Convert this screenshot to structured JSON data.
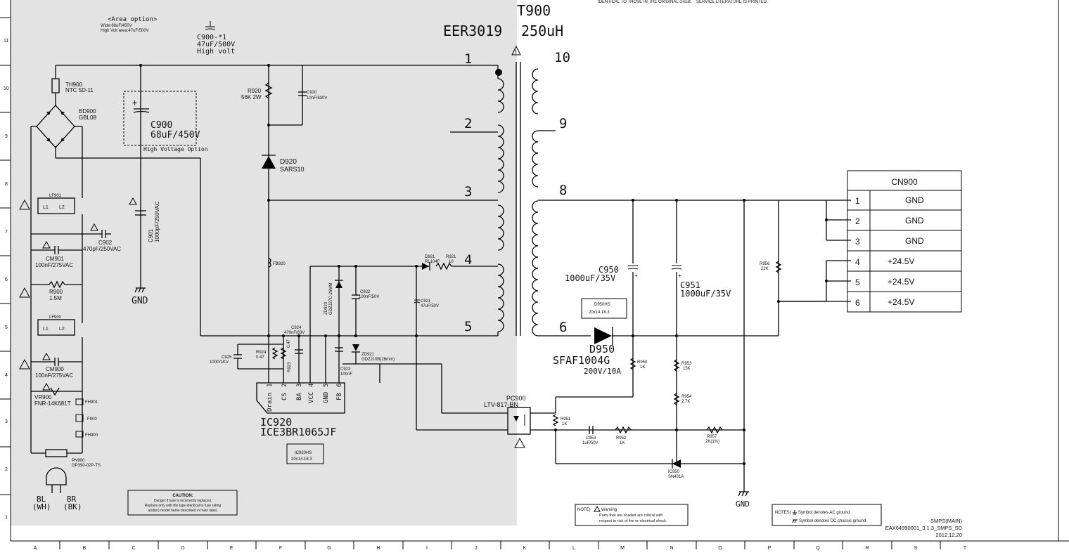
{
  "header": {
    "top_note_left": "IDENTICAL TO THOSE IN THE ORIGINAL circuit.",
    "top_note_right": "SERVICE LITERATURE IS PRINTED."
  },
  "transformer": {
    "ref": "T900",
    "part": "EER3019",
    "inductance": "250uH",
    "pins": {
      "p1": "1",
      "p2": "2",
      "p3": "3",
      "p4": "4",
      "p5": "5",
      "p6": "6",
      "p8": "8",
      "p9": "9",
      "p10": "10"
    }
  },
  "area_option": {
    "title": "<Area option>",
    "wide": "Wide:68uF/450V",
    "high": "High Volt area:47uF/500V"
  },
  "components": {
    "c900_1": {
      "ref": "C900-*1",
      "value": "47uF/500V",
      "note": "High volt"
    },
    "th900": {
      "ref": "TH900",
      "value": "NTC 5D-11"
    },
    "bd900": {
      "ref": "BD900",
      "value": "GBL08"
    },
    "c900": {
      "ref": "C900",
      "value": "68uF/450V",
      "option": "High Voltage Option"
    },
    "r920": {
      "ref": "R920",
      "value": "56K 2W"
    },
    "c920": {
      "ref": "C920",
      "value": "10nF/630V"
    },
    "d920": {
      "ref": "D920",
      "value": "SARS10"
    },
    "lf901": {
      "ref": "LF901",
      "l1": "L1",
      "l2": "L2"
    },
    "lf900": {
      "ref": "LF900",
      "l1": "L1",
      "l2": "L2"
    },
    "c901": {
      "ref": "C901",
      "value": "1000pF/250VAC"
    },
    "c902": {
      "ref": "C902",
      "value": "470pF/250VAC"
    },
    "cm901": {
      "ref": "CM901",
      "value": "100nF/275VAC"
    },
    "r900": {
      "ref": "R900",
      "value": "1.5M"
    },
    "cm900": {
      "ref": "CM900",
      "value": "100nF/275VAC"
    },
    "vr900": {
      "ref": "VR900",
      "value": "FNR-14K681T"
    },
    "fh901": {
      "ref": "FH901"
    },
    "f900": {
      "ref": "F900"
    },
    "fh900": {
      "ref": "FH900"
    },
    "pn900": {
      "ref": "PN900",
      "value": "GP390-02P-TS"
    },
    "fb920": {
      "ref": "FB920"
    },
    "d921": {
      "ref": "D921",
      "value": "RL104F"
    },
    "r921": {
      "ref": "R921",
      "value": "10"
    },
    "zd920": {
      "ref": "ZD920",
      "value": "GDZJ27C-26MM"
    },
    "c922": {
      "ref": "C922",
      "value": "100nF/50V"
    },
    "c921": {
      "ref": "C921",
      "value": "47uF/50V"
    },
    "c924": {
      "ref": "C924",
      "value": "470nF/63V"
    },
    "c925": {
      "ref": "C925",
      "value": "100P/1KV"
    },
    "r924": {
      "ref": "R924",
      "value": "0.47"
    },
    "r923": {
      "ref": "R923",
      "value": "0.47"
    },
    "zd921": {
      "ref": "ZD921",
      "value": "GDZJ10B(26mm)"
    },
    "c923": {
      "ref": "C923",
      "value": "100nF"
    },
    "ic920": {
      "ref": "IC920",
      "part": "ICE3BR1065JF"
    },
    "ic920hs": {
      "ref": "IC920HS",
      "value": "20x14.18.3"
    },
    "c950": {
      "ref": "C950",
      "value": "1000uF/35V"
    },
    "c951": {
      "ref": "C951",
      "value": "1000uF/35V"
    },
    "d950hs": {
      "ref": "D950HS",
      "value": "20x14.18.3"
    },
    "d950": {
      "ref": "D950",
      "part": "SFAF1004G",
      "rating": "200V/10A"
    },
    "r950": {
      "ref": "R950",
      "value": "1K"
    },
    "r953": {
      "ref": "R953",
      "value": "15K"
    },
    "r954": {
      "ref": "R954",
      "value": "2.7K"
    },
    "r956": {
      "ref": "R956",
      "value": "22K"
    },
    "pc900": {
      "ref": "PC900",
      "part": "LTV-817-BN"
    },
    "r951": {
      "ref": "R951",
      "value": "1K"
    },
    "c953": {
      "ref": "C953",
      "value": "1uF/50V"
    },
    "r952": {
      "ref": "R952",
      "value": "1K"
    },
    "r957": {
      "ref": "R957",
      "value": "2K(1%)"
    },
    "ic950": {
      "ref": "IC950",
      "value": "SN431A"
    }
  },
  "ic_pins": [
    {
      "num": "1",
      "name": "Drain"
    },
    {
      "num": "2",
      "name": "CS"
    },
    {
      "num": "3",
      "name": "BA"
    },
    {
      "num": "4",
      "name": "VCC"
    },
    {
      "num": "5",
      "name": "GND"
    },
    {
      "num": "6",
      "name": "FB"
    }
  ],
  "ground_labels": {
    "primary": "GND",
    "secondary": "GND"
  },
  "plug": {
    "bl": "BL",
    "bl_color": "(WH)",
    "br": "BR",
    "br_color": "(BK)"
  },
  "connector": {
    "ref": "CN900",
    "pins": [
      {
        "num": "1",
        "label": "GND"
      },
      {
        "num": "2",
        "label": "GND"
      },
      {
        "num": "3",
        "label": "GND"
      },
      {
        "num": "4",
        "label": "+24.5V"
      },
      {
        "num": "5",
        "label": "+24.5V"
      },
      {
        "num": "6",
        "label": "+24.5V"
      }
    ]
  },
  "caution": {
    "title": "CAUTION:",
    "line1": "Danger if fuse is incorrectly replaced.",
    "line2": "Replace only with the type identical to fuse rating",
    "line3": "and(or) model name described in main label."
  },
  "note_warning": {
    "prefix": "NOTE)",
    "title": "Warning",
    "line1": "Parts that are shaded are critical with",
    "line2": "respect to risk of fire or electrical shock."
  },
  "note_ground": {
    "prefix": "NOTES)",
    "line1": "Symbol denotes AC ground.",
    "line2": "Symbol denotes DC chassis ground."
  },
  "title_block": {
    "title": "SMPS(MAIN)",
    "doc": "EAX64990001_3.1.3_SMPS_SD",
    "date": "2012.12.20"
  },
  "grid": {
    "columns": [
      "A",
      "B",
      "C",
      "D",
      "E",
      "F",
      "G",
      "H",
      "I",
      "J",
      "K",
      "L",
      "M",
      "N",
      "O",
      "P",
      "Q",
      "R",
      "S",
      "T"
    ],
    "rows": [
      "11",
      "10",
      "9",
      "8",
      "7",
      "6",
      "5",
      "4",
      "3",
      "2",
      "1"
    ]
  }
}
